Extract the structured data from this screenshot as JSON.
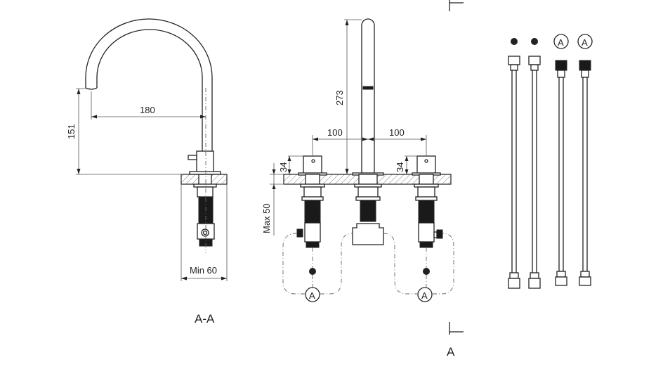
{
  "dimensions": {
    "spout_height": "151",
    "spout_reach": "180",
    "min_width": "Min 60",
    "spout_total_height": "273",
    "left_spacing": "100",
    "right_spacing": "100",
    "left_handle_height": "34",
    "right_handle_height": "34",
    "max_deck_thickness": "Max 50"
  },
  "labels": {
    "section_view": "A-A",
    "section_marker": "A",
    "connection_marker": "A"
  }
}
